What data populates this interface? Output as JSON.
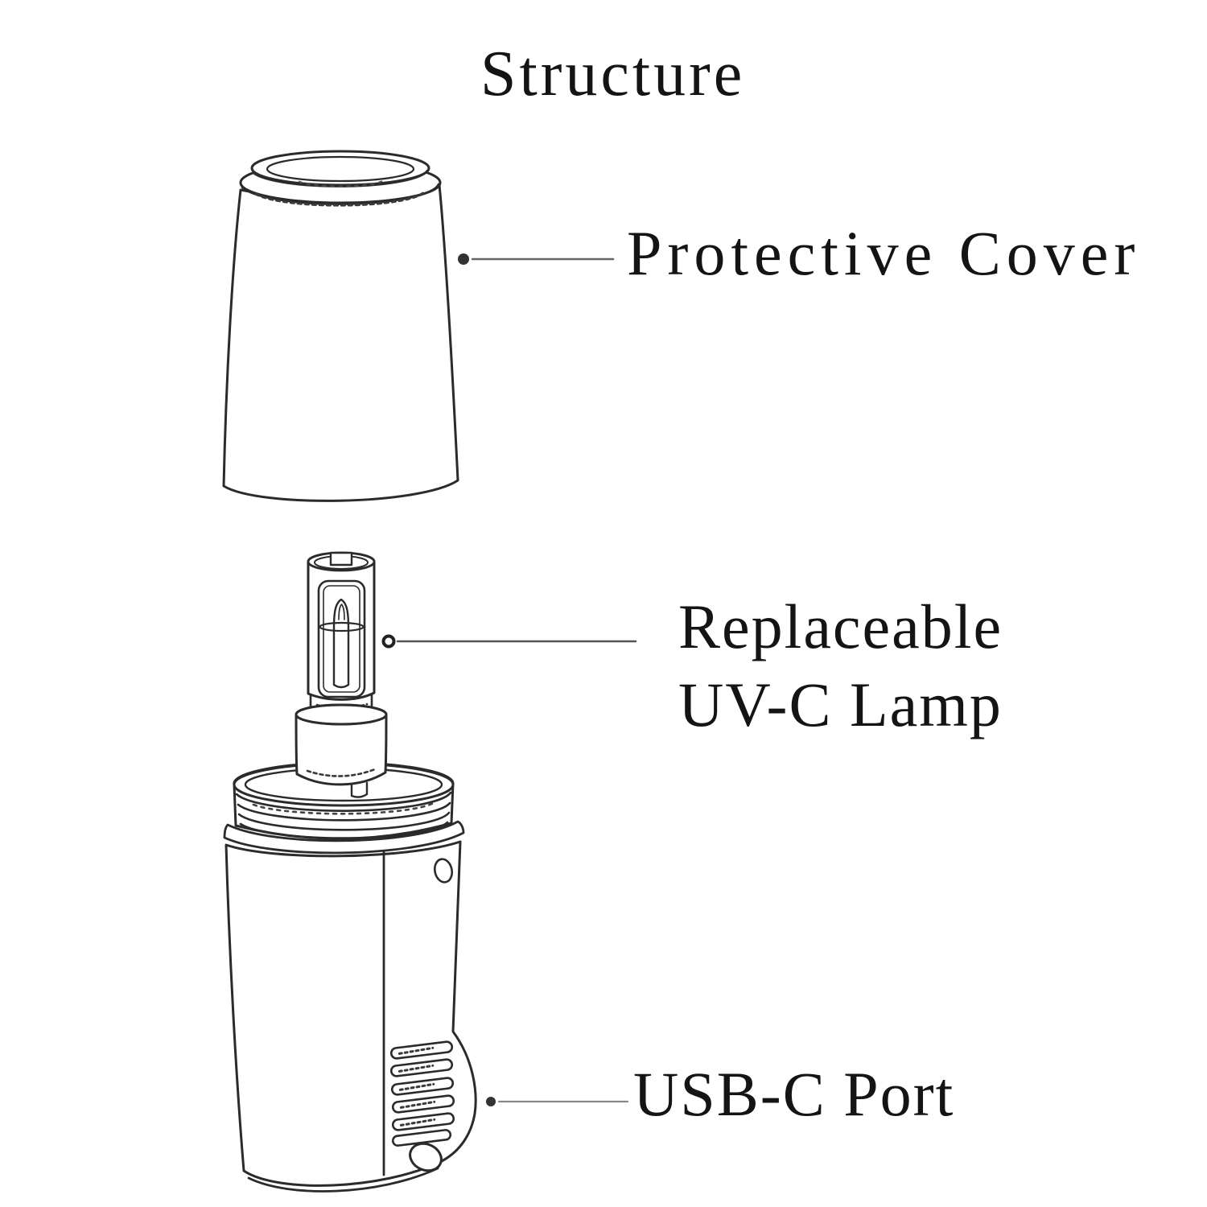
{
  "title": "Structure",
  "callouts": {
    "protective_cover": {
      "label": "Protective Cover"
    },
    "uvc_lamp": {
      "line1": "Replaceable",
      "line2": "UV-C Lamp"
    },
    "usb_port": {
      "label": "USB-C Port"
    }
  },
  "colors": {
    "line": "#2b2b2b",
    "text": "#141414",
    "leader": "#666666",
    "background": "#ffffff"
  }
}
